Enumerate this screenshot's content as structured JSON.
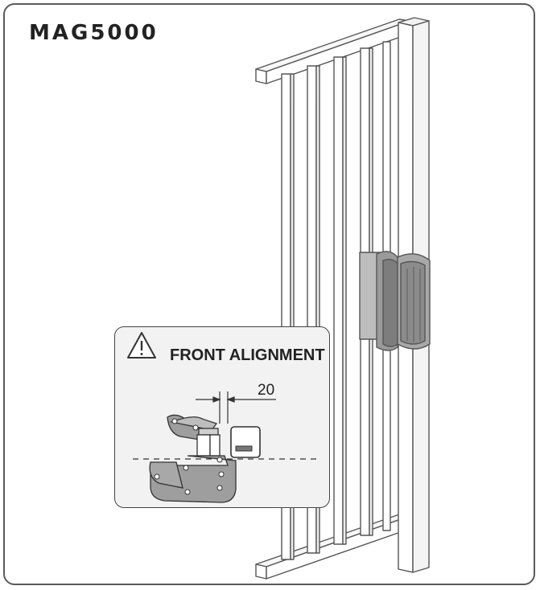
{
  "title": "MAG5000",
  "inset": {
    "heading": "FRONT ALIGNMENT",
    "dimension_value": "20"
  },
  "icons": {
    "warning": "warning-triangle-icon"
  }
}
